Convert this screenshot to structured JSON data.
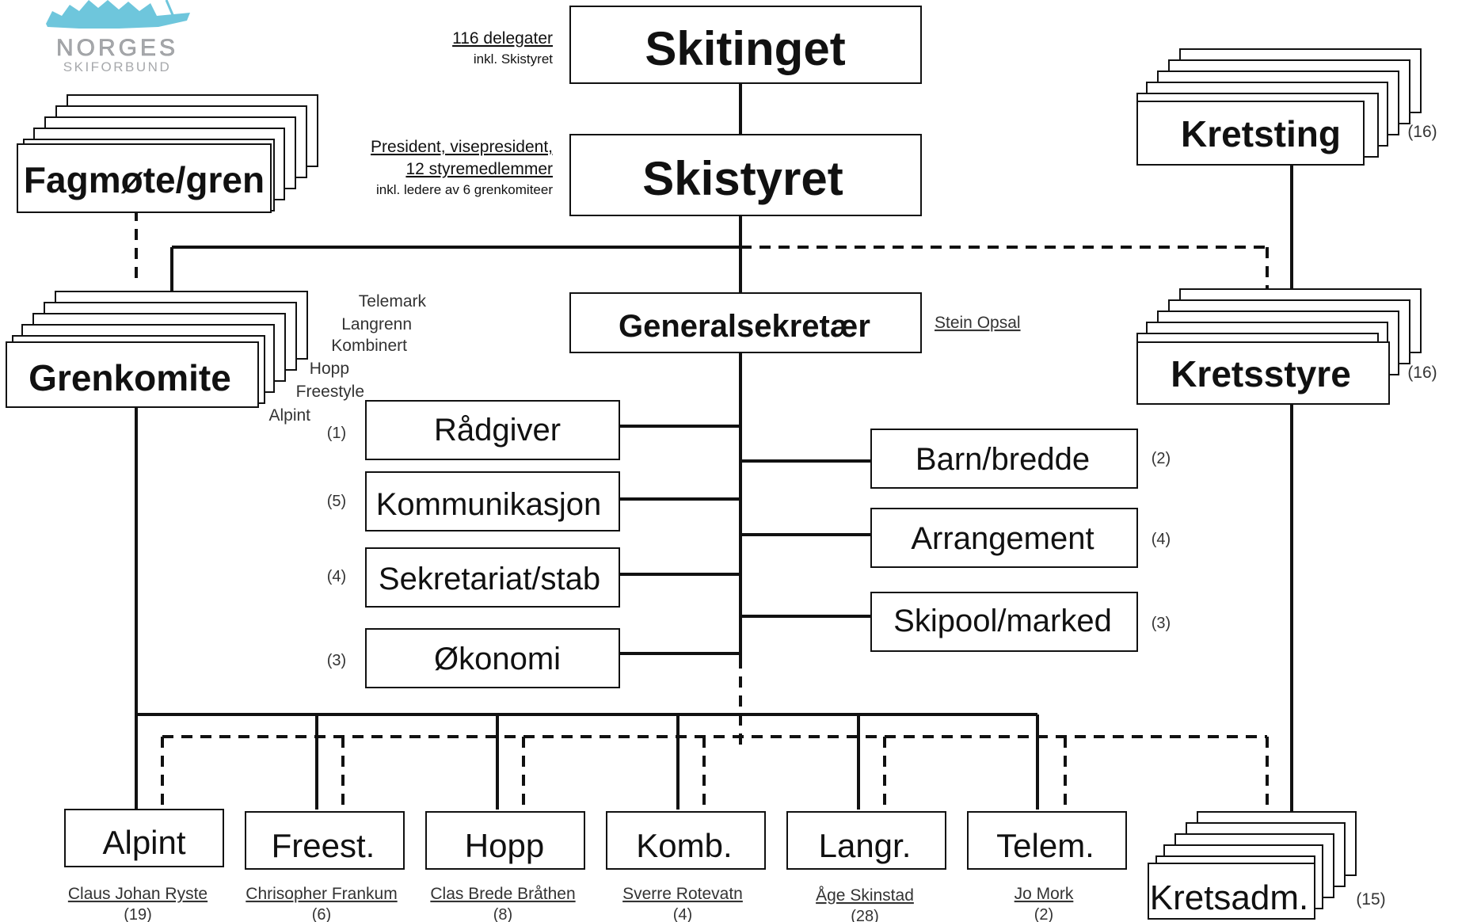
{
  "logo": {
    "name_line1": "NORGES",
    "name_line2": "SKIFORBUND",
    "color": "#6ec6dc"
  },
  "skitinget": {
    "label": "Skitinget",
    "note_main": "116 delegater",
    "note_sub": "inkl. Skistyret"
  },
  "skistyret": {
    "label": "Skistyret",
    "note_line1": "President, visepresident,",
    "note_line2": "12 styremedlemmer",
    "note_line3": "inkl. ledere av 6 grenkomiteer"
  },
  "generalsekretaer": {
    "label": "Generalsekretær",
    "person": "Stein Opsal"
  },
  "fagmote": {
    "label": "Fagmøte/gren"
  },
  "grenkomite": {
    "label": "Grenkomite",
    "branches": [
      "Telemark",
      "Langrenn",
      "Kombinert",
      "Hopp",
      "Freestyle",
      "Alpint"
    ]
  },
  "kretsting": {
    "label": "Kretsting",
    "count": "(16)"
  },
  "kretsstyre": {
    "label": "Kretsstyre",
    "count": "(16)"
  },
  "kretsadm": {
    "label": "Kretsadm.",
    "count": "(15)"
  },
  "left_departments": [
    {
      "label": "Rådgiver",
      "count": "(1)"
    },
    {
      "label": "Kommunikasjon",
      "count": "(5)"
    },
    {
      "label": "Sekretariat/stab",
      "count": "(4)"
    },
    {
      "label": "Økonomi",
      "count": "(3)"
    }
  ],
  "right_departments": [
    {
      "label": "Barn/bredde",
      "count": "(2)"
    },
    {
      "label": "Arrangement",
      "count": "(4)"
    },
    {
      "label": "Skipool/marked",
      "count": "(3)"
    }
  ],
  "sports": [
    {
      "label": "Alpint",
      "leader": "Claus Johan Ryste",
      "count": "(19)"
    },
    {
      "label": "Freest.",
      "leader": "Chrisopher Frankum",
      "count": "(6)"
    },
    {
      "label": "Hopp",
      "leader": "Clas Brede Bråthen",
      "count": "(8)"
    },
    {
      "label": "Komb.",
      "leader": "Sverre Rotevatn",
      "count": "(4)"
    },
    {
      "label": "Langr.",
      "leader": "Åge Skinstad",
      "count": "(28)"
    },
    {
      "label": "Telem.",
      "leader": "Jo Mork",
      "count": "(2)"
    }
  ]
}
